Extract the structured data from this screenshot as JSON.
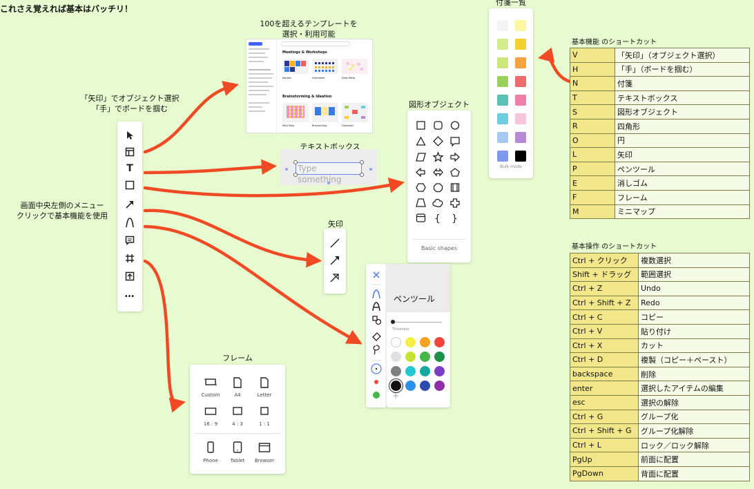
{
  "heading": "これさえ覚えれば基本はバッチリ！",
  "captions": {
    "template": [
      "100を超えるテンプレートを",
      "選択・利用可能"
    ],
    "textbox": "テキストボックス",
    "shapes": "図形オブジェクト",
    "sticky": "付箋一覧",
    "tool_select": [
      "「矢印」でオブジェクト選択",
      "「手」でボードを掴む"
    ],
    "menu": [
      "画面中央左側のメニュー",
      "クリックで基本機能を使用"
    ],
    "arrow": "矢印",
    "frame": "フレーム",
    "pen": "ペンツール"
  },
  "template_thumb": {
    "section1": "Meetings & Workshops",
    "section2": "Brainstorming & Ideation",
    "items1": [
      "Kanban",
      "Icebreaker",
      "Daily Retro"
    ],
    "items2": [
      "Mind Map",
      "Brainwriting",
      "Flowchart"
    ]
  },
  "textbox": {
    "placeholder": "Type something"
  },
  "shapes_panel": {
    "footer": "Basic shapes"
  },
  "sticky_panel": {
    "footer": "Bulk mode",
    "colors": [
      [
        "#f4f4f4",
        "#fdf5a0"
      ],
      [
        "#d6ec8c",
        "#f5cf2d"
      ],
      [
        "#cde57a",
        "#f4a33f"
      ],
      [
        "#9bd15b",
        "#ee6c6c"
      ],
      [
        "#5bc1b4",
        "#f07fab"
      ],
      [
        "#6fcde0",
        "#f8c6dc"
      ],
      [
        "#a7c8ee",
        "#b68ad6"
      ],
      [
        "#7f98ee",
        "#000000"
      ]
    ]
  },
  "pen_panel": {
    "thickness_label": "Thickness",
    "colors": [
      [
        "#ffffff",
        "#f9ef44",
        "#f6a11f",
        "#f0453a"
      ],
      [
        "#e0e0e0",
        "#c7e135",
        "#45b649",
        "#1e8f47"
      ],
      [
        "#808080",
        "#20c8d2",
        "#15a89c",
        "#7d3ec3"
      ],
      [
        "#111111",
        "#2e8fe8",
        "#2c4ab0",
        "#8e2fa9"
      ]
    ]
  },
  "frame_panel": {
    "row1": [
      "Custom",
      "A4",
      "Letter"
    ],
    "row2": [
      "16 : 9",
      "4 : 3",
      "1 : 1"
    ],
    "row3": [
      "Phone",
      "Tablet",
      "Browser"
    ]
  },
  "basic_shortcuts": {
    "title": "基本機能 のショートカット",
    "rows": [
      [
        "V",
        "「矢印」（オブジェクト選択）"
      ],
      [
        "H",
        "「手」（ボードを掴む）"
      ],
      [
        "N",
        "付箋"
      ],
      [
        "T",
        "テキストボックス"
      ],
      [
        "S",
        "図形オブジェクト"
      ],
      [
        "R",
        "四角形"
      ],
      [
        "O",
        "円"
      ],
      [
        "L",
        "矢印"
      ],
      [
        "P",
        "ペンツール"
      ],
      [
        "E",
        "消しゴム"
      ],
      [
        "F",
        "フレーム"
      ],
      [
        "M",
        "ミニマップ"
      ]
    ]
  },
  "op_shortcuts": {
    "title": "基本操作 のショートカット",
    "rows": [
      [
        "Ctrl + クリック",
        "複数選択"
      ],
      [
        "Shift + ドラッグ",
        "範囲選択"
      ],
      [
        "Ctrl + Z",
        "Undo"
      ],
      [
        "Ctrl + Shift + Z",
        "Redo"
      ],
      [
        "Ctrl + C",
        "コピー"
      ],
      [
        "Ctrl + V",
        "貼り付け"
      ],
      [
        "Ctrl + X",
        "カット"
      ],
      [
        "Ctrl + D",
        "複製（コピー＋ペースト）"
      ],
      [
        "backspace",
        "削除"
      ],
      [
        "enter",
        "選択したアイテムの編集"
      ],
      [
        "esc",
        "選択の解除"
      ],
      [
        "Ctrl + G",
        "グループ化"
      ],
      [
        "Ctrl + Shift + G",
        "グループ化解除"
      ],
      [
        "Ctrl + L",
        "ロック／ロック解除"
      ],
      [
        "PgUp",
        "前面に配置"
      ],
      [
        "PgDown",
        "背面に配置"
      ]
    ]
  },
  "accent": "#f04a24"
}
